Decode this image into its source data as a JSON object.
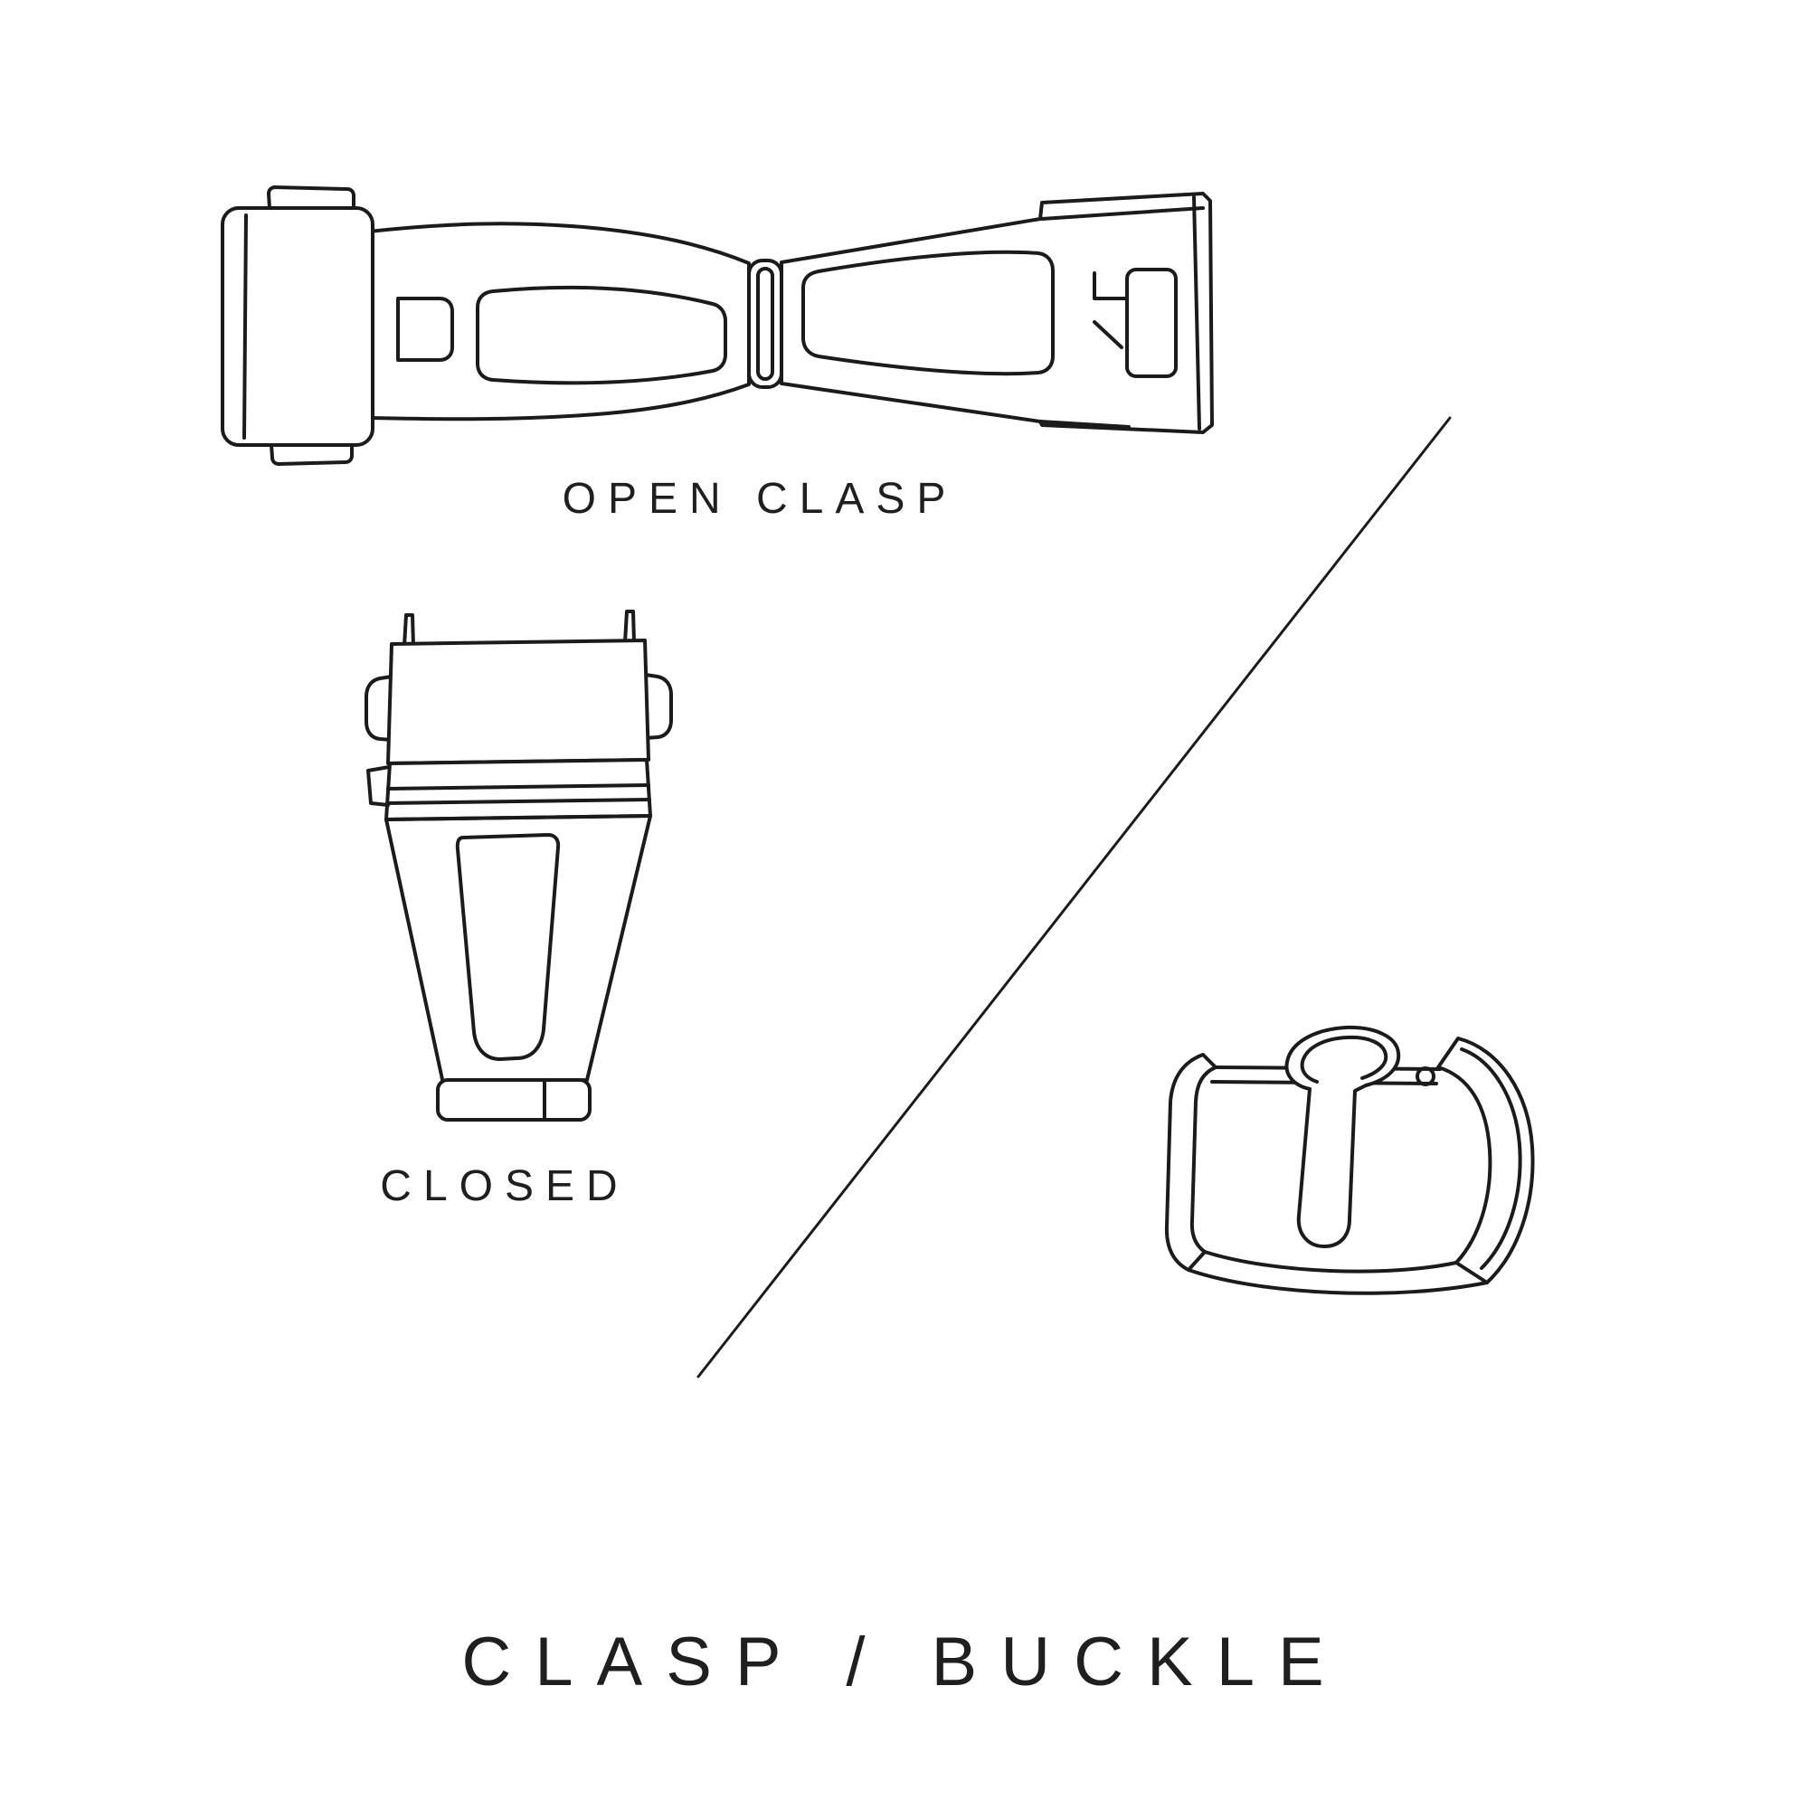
{
  "canvas": {
    "background": "#ffffff",
    "line_color": "#1b1b1b",
    "text_color": "#1f1f1f"
  },
  "labels": {
    "open_clasp": "OPEN CLASP",
    "closed": "CLOSED",
    "title": "CLASP / BUCKLE"
  },
  "illustrations": {
    "open_clasp": "open-clasp-line-drawing",
    "closed_clasp": "closed-clasp-line-drawing",
    "buckle": "tang-buckle-line-drawing",
    "divider": "diagonal-divider-line"
  }
}
